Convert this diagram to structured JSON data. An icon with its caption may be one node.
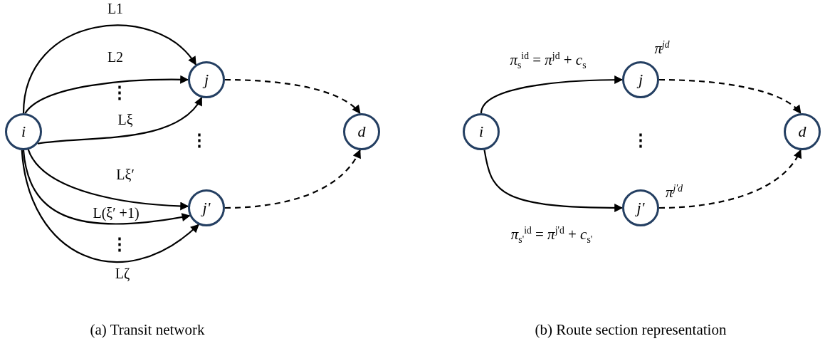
{
  "diagram": {
    "nodes": [
      {
        "text": [
          "i"
        ]
      },
      {
        "text": [
          "j"
        ]
      },
      {
        "text": [
          "j'"
        ]
      },
      {
        "text": [
          "d"
        ]
      },
      {
        "text": [
          "i"
        ]
      },
      {
        "text": [
          "j"
        ],
        "beside": [
          "π$^{jd}$"
        ]
      },
      {
        "text": [
          "j'"
        ],
        "beside": [
          "π$^{j'd}$"
        ]
      },
      {
        "text": [
          "d"
        ]
      }
    ],
    "edges": [
      {
        "from": 0,
        "to": 1,
        "arrow": "to",
        "label": "L1"
      },
      {
        "from": 0,
        "to": 1,
        "arrow": "to",
        "label": "L2"
      },
      {
        "from": 0,
        "to": 1,
        "arrow": "to",
        "label": "Lξ"
      },
      {
        "from": 0,
        "to": 2,
        "arrow": "to",
        "label": "Lξ′"
      },
      {
        "from": 0,
        "to": 2,
        "arrow": "to",
        "label": "L(ξ′ +1)"
      },
      {
        "from": 0,
        "to": 2,
        "arrow": "to",
        "label": "Lζ"
      },
      {
        "from": 1,
        "to": 3,
        "arrow": "to",
        "style": "dashed"
      },
      {
        "from": 2,
        "to": 3,
        "arrow": "to",
        "style": "dashed"
      },
      {
        "from": 4,
        "to": 5,
        "arrow": "to",
        "label": "*π*$_{s}$$^{id}$ = *π*$^{jd}$ + *c*$_{s}$"
      },
      {
        "from": 4,
        "to": 6,
        "arrow": "to",
        "label": "*π*$_{s'}$$^{id}$ = *π*$^{j'd}$ + *c*$_{s'}$"
      },
      {
        "from": 5,
        "to": 7,
        "arrow": "to",
        "style": "dashed"
      },
      {
        "from": 6,
        "to": 7,
        "arrow": "to",
        "style": "dashed"
      }
    ],
    "labels": [
      "⋮",
      "⋮",
      "⋮",
      "⋮",
      "(a) Transit network",
      "(b) Route section representation"
    ]
  }
}
